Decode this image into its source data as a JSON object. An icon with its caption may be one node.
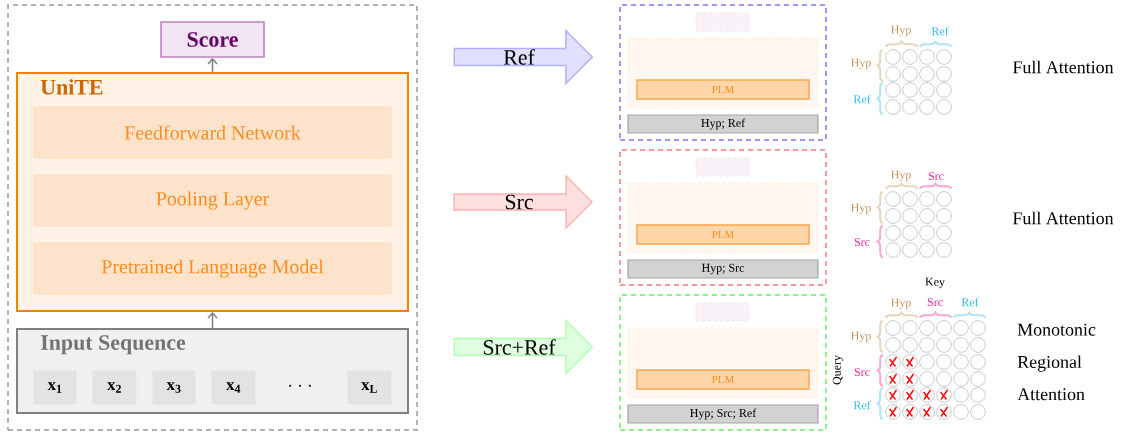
{
  "diagram": {
    "nodes": [
      {
        "text": [],
        "shape": "box"
      },
      {
        "text": [
          "Score"
        ],
        "in": 0
      },
      {
        "text": [
          "UniTE"
        ],
        "in": 0
      },
      {
        "text": [
          "Feedforward Network"
        ],
        "in": 2
      },
      {
        "text": [
          "Pooling Layer"
        ],
        "in": 2
      },
      {
        "text": [
          "Pretrained Language Model"
        ],
        "in": 2
      },
      {
        "text": [
          "Input Sequence"
        ],
        "in": 0
      },
      {
        "text": [
          "x$_{1}$"
        ],
        "in": 6
      },
      {
        "text": [
          "x$_{2}$"
        ],
        "in": 6
      },
      {
        "text": [
          "x$_{3}$"
        ],
        "in": 6
      },
      {
        "text": [
          "x$_{4}$"
        ],
        "in": 6
      },
      {
        "text": [
          "x$_{L}$"
        ],
        "in": 6
      },
      {
        "text": [
          "Ref"
        ]
      },
      {
        "text": [],
        "shape": "box"
      },
      {
        "text": [],
        "shape": "box",
        "in": 13
      },
      {
        "text": [],
        "shape": "box",
        "in": 13
      },
      {
        "text": [
          "PLM"
        ],
        "in": 15
      },
      {
        "text": [
          "Hyp; Ref"
        ],
        "in": 13
      },
      {
        "text": [
          "Src"
        ]
      },
      {
        "text": [],
        "shape": "box"
      },
      {
        "text": [],
        "shape": "box",
        "in": 19
      },
      {
        "text": [],
        "shape": "box",
        "in": 19
      },
      {
        "text": [
          "PLM"
        ],
        "in": 21
      },
      {
        "text": [
          "Hyp; Src"
        ],
        "in": 19
      },
      {
        "text": [
          "Src+Ref"
        ]
      },
      {
        "text": [],
        "shape": "box"
      },
      {
        "text": [],
        "shape": "box",
        "in": 25
      },
      {
        "text": [],
        "shape": "box",
        "in": 25
      },
      {
        "text": [
          "PLM"
        ],
        "in": 27
      },
      {
        "text": [
          "Hyp; Src; Ref"
        ],
        "in": 25
      }
    ],
    "edges": [
      {
        "from": 6,
        "to": 2,
        "arrow": "to"
      },
      {
        "from": 2,
        "to": 1,
        "arrow": "to"
      }
    ],
    "labels": [
      "· · ·",
      "Hyp",
      "Ref",
      "Hyp",
      "Ref",
      "Full Attention",
      "Hyp",
      "Src",
      "Hyp",
      "Src",
      "Full Attention",
      "Key",
      "Hyp",
      "Src",
      "Ref",
      "Query",
      "Hyp",
      "Src",
      "Ref",
      "Monotonic Regional Attention"
    ]
  }
}
